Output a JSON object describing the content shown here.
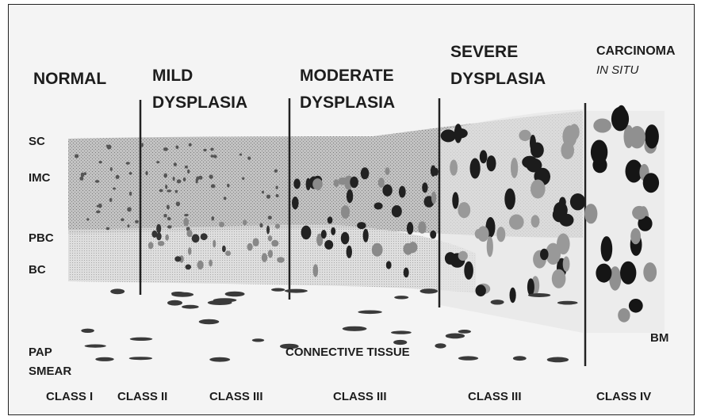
{
  "stages": {
    "normal": "NORMAL",
    "mild_1": "MILD",
    "mild_2": "DYSPLASIA",
    "moderate_1": "MODERATE",
    "moderate_2": "DYSPLASIA",
    "severe_1": "SEVERE",
    "severe_2": "DYSPLASIA",
    "cis_1": "CARCINOMA",
    "cis_2": "IN SITU"
  },
  "layers": {
    "sc": "SC",
    "imc": "IMC",
    "pbc": "PBC",
    "bc": "BC",
    "bm": "BM",
    "connective": "CONNECTIVE TISSUE"
  },
  "pap": {
    "line1": "PAP",
    "line2": "SMEAR"
  },
  "classes": [
    "CLASS I",
    "CLASS II",
    "CLASS III",
    "CLASS III",
    "CLASS III",
    "CLASS IV"
  ],
  "colors": {
    "ink": "#1d1d1d",
    "epithelium": "#b9b9b9",
    "background": "#f4f4f4"
  }
}
